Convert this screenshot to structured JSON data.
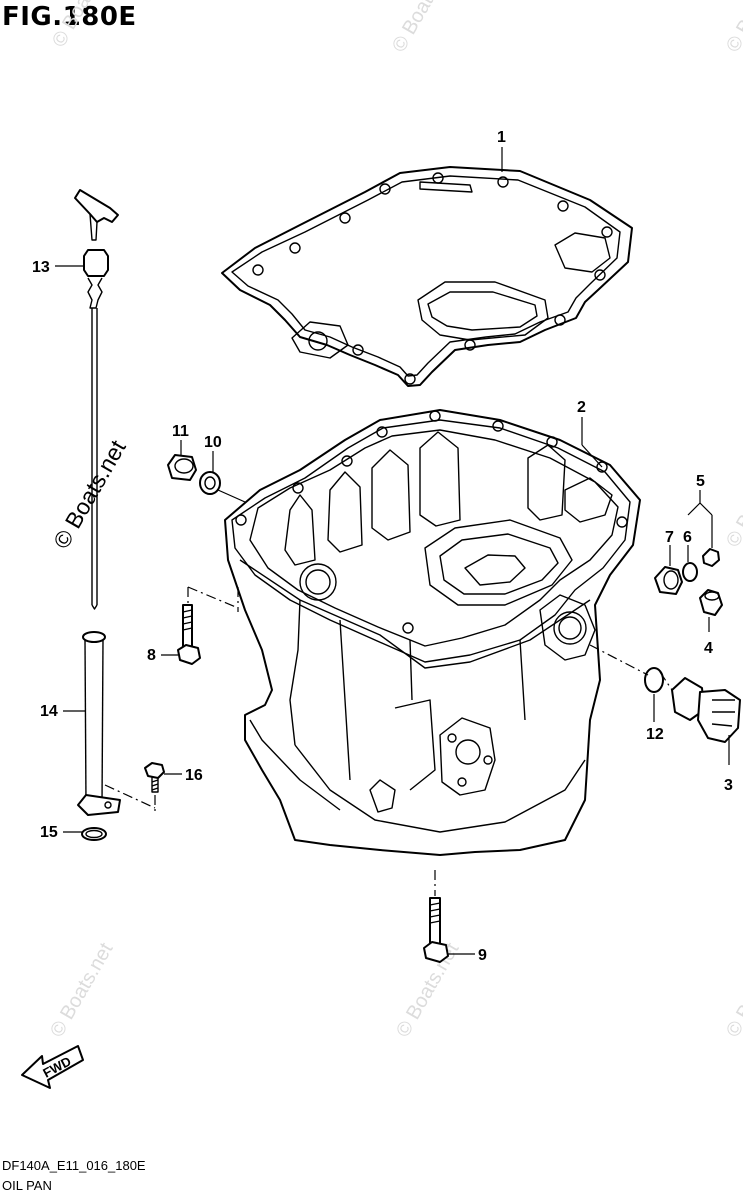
{
  "figure": {
    "title": "FIG.180E",
    "code": "DF140A_E11_016_180E",
    "name": "OIL PAN",
    "fwd_label": "FWD"
  },
  "watermark": {
    "text": "© Boats.net"
  },
  "callouts": [
    {
      "id": "c1",
      "label": "1"
    },
    {
      "id": "c2",
      "label": "2"
    },
    {
      "id": "c3",
      "label": "3"
    },
    {
      "id": "c4",
      "label": "4"
    },
    {
      "id": "c5",
      "label": "5"
    },
    {
      "id": "c6",
      "label": "6"
    },
    {
      "id": "c7",
      "label": "7"
    },
    {
      "id": "c8",
      "label": "8"
    },
    {
      "id": "c9",
      "label": "9"
    },
    {
      "id": "c10",
      "label": "10"
    },
    {
      "id": "c11",
      "label": "11"
    },
    {
      "id": "c12",
      "label": "12"
    },
    {
      "id": "c13",
      "label": "13"
    },
    {
      "id": "c14",
      "label": "14"
    },
    {
      "id": "c15",
      "label": "15"
    },
    {
      "id": "c16",
      "label": "16"
    }
  ]
}
